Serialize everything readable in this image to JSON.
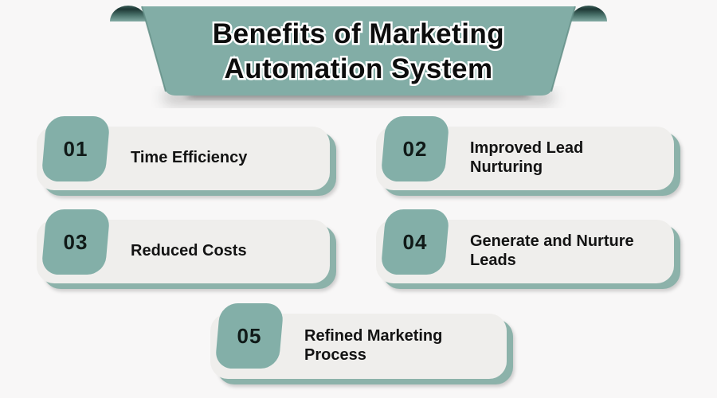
{
  "background_color": "#f8f7f7",
  "colors": {
    "ribbon_teal": "#82ada6",
    "badge_teal": "#83afa8",
    "card_shadow_teal": "#8cb2aa",
    "card_background": "#efeeec",
    "ribbon_fold_dark": "#1d3734",
    "text": "#131313",
    "title_text": "#0d0d0d",
    "title_outline": "#ffffff"
  },
  "banner": {
    "title_line1": "Benefits of Marketing",
    "title_line2": "Automation System"
  },
  "benefits": [
    {
      "number": "01",
      "label": "Time Efficiency"
    },
    {
      "number": "02",
      "label": "Improved Lead\nNurturing"
    },
    {
      "number": "03",
      "label": "Reduced Costs"
    },
    {
      "number": "04",
      "label": "Generate and Nurture\nLeads"
    },
    {
      "number": "05",
      "label": "Refined Marketing\nProcess"
    }
  ]
}
